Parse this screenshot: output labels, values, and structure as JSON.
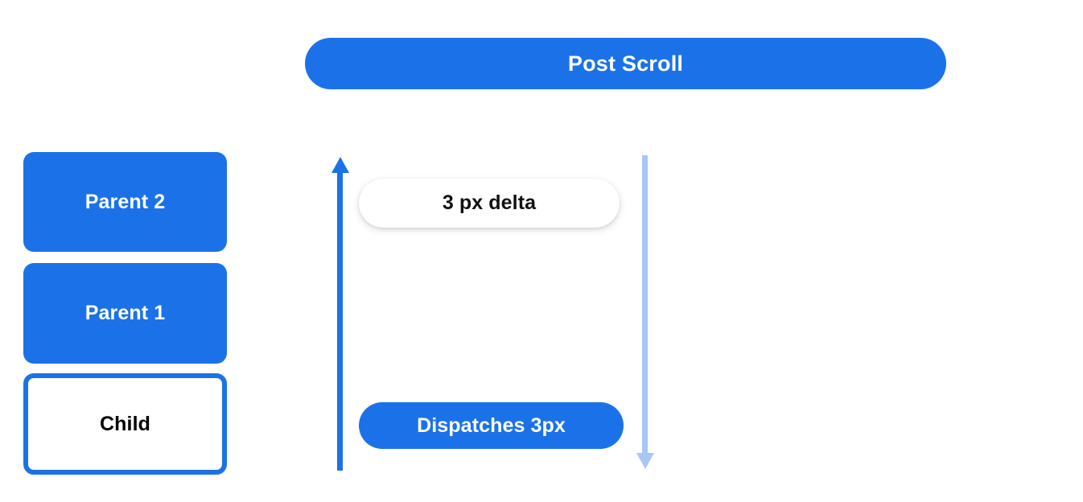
{
  "banner": {
    "title": "Post Scroll"
  },
  "colors": {
    "primary_blue": "#1b72e8",
    "light_blue": "#a8c7f5",
    "background": "#ffffff",
    "text_dark": "#111111",
    "text_light": "#ffffff"
  },
  "stack": {
    "boxes": [
      {
        "label": "Parent 2",
        "style": "filled"
      },
      {
        "label": "Parent 1",
        "style": "filled"
      },
      {
        "label": "Child",
        "style": "outlined"
      }
    ]
  },
  "flow": {
    "delta_pill": "3 px delta",
    "dispatch_pill": "Dispatches 3px",
    "arrows": [
      {
        "name": "scroll-up-arrow",
        "direction": "up",
        "color": "#1b72e8"
      },
      {
        "name": "scroll-down-arrow",
        "direction": "down",
        "color": "#a8c7f5"
      }
    ]
  }
}
